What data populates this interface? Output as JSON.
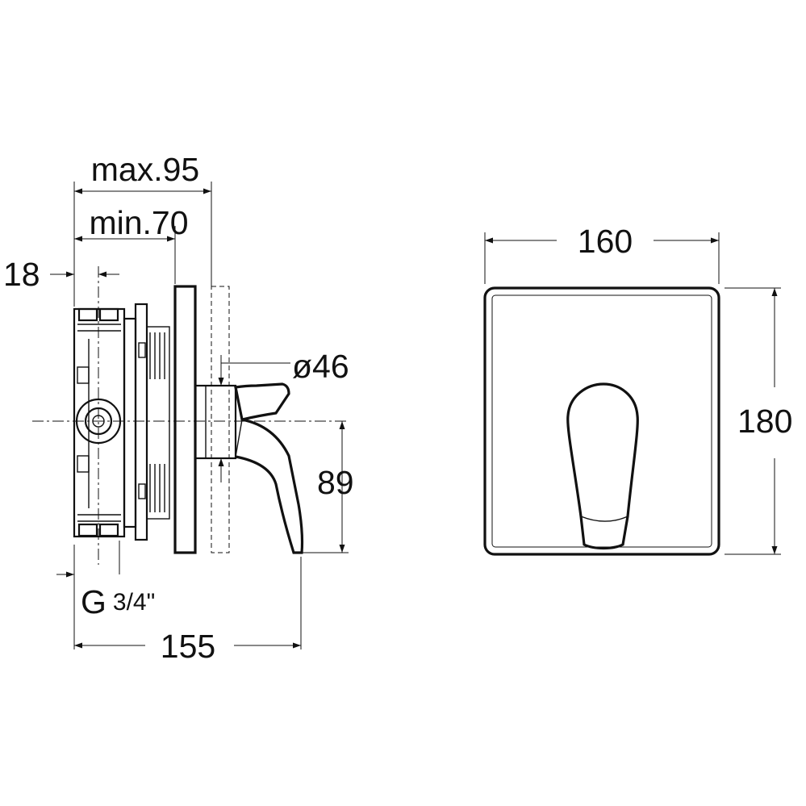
{
  "dimensions": {
    "max_depth": "max.95",
    "min_depth": "min.70",
    "offset": "18",
    "rosette_diameter": "ø46",
    "lever_drop": "89",
    "thread_main": "G",
    "thread_frac": "3/4\"",
    "total_depth": "155",
    "plate_width": "160",
    "plate_height": "180"
  }
}
